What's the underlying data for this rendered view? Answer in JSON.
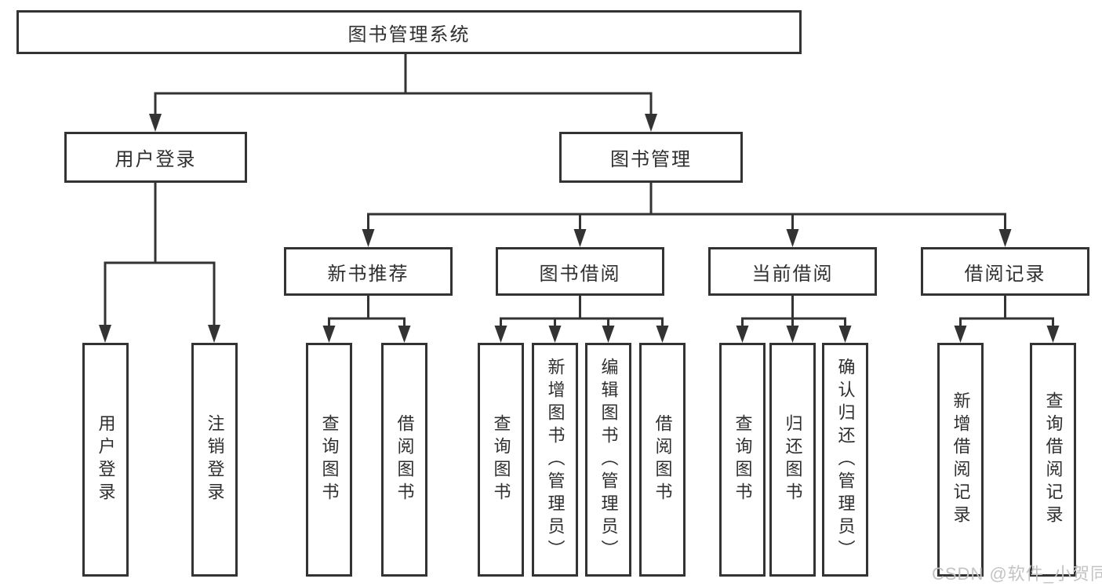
{
  "diagram": {
    "title": "图书管理系统",
    "nodes": {
      "root": {
        "label": "图书管理系统"
      },
      "user_login": {
        "label": "用户登录"
      },
      "book_mgmt": {
        "label": "图书管理"
      },
      "new_books": {
        "label": "新书推荐"
      },
      "book_borrow": {
        "label": "图书借阅"
      },
      "current_borrow": {
        "label": "当前借阅"
      },
      "borrow_records": {
        "label": "借阅记录"
      },
      "leaf_user_login": {
        "label": "用户登录"
      },
      "leaf_logout": {
        "label": "注销登录"
      },
      "leaf_nb_query": {
        "label": "查询图书"
      },
      "leaf_nb_borrow": {
        "label": "借阅图书"
      },
      "leaf_bb_query": {
        "label": "查询图书"
      },
      "leaf_bb_add": {
        "label": "新增图书（管理员）"
      },
      "leaf_bb_edit": {
        "label": "编辑图书（管理员）"
      },
      "leaf_bb_borrow": {
        "label": "借阅图书"
      },
      "leaf_cb_query": {
        "label": "查询图书"
      },
      "leaf_cb_return": {
        "label": "归还图书"
      },
      "leaf_cb_confirm": {
        "label": "确认归还（管理员）"
      },
      "leaf_br_add": {
        "label": "新增借阅记录"
      },
      "leaf_br_query": {
        "label": "查询借阅记录"
      }
    },
    "colors": {
      "line": "#333333",
      "text": "#2f2f2f",
      "box_fill": "#ffffff",
      "background": "#ffffff",
      "watermark": "#c3c3c3"
    }
  },
  "watermark": {
    "text": "CSDN @软件_小贺同学"
  }
}
